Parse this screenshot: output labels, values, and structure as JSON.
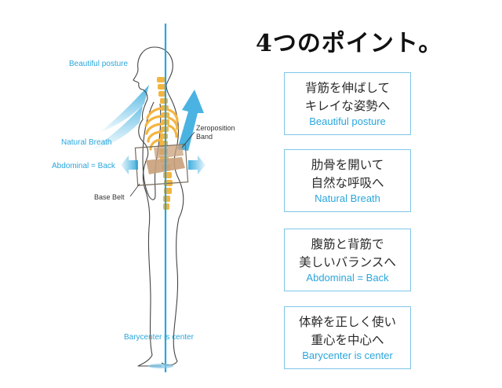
{
  "headline": "4つのポイント。",
  "figure_labels": {
    "beautiful_posture": "Beautiful posture",
    "natural_breath": "Natural Breath",
    "abdominal_back": "Abdominal = Back",
    "zeroposition_band_line1": "Zeroposition",
    "zeroposition_band_line2": "Band",
    "base_belt": "Base Belt",
    "barycenter": "Barycenter is center"
  },
  "points": [
    {
      "jp_line1": "背筋を伸ばして",
      "jp_line2": "キレイな姿勢へ",
      "en": "Beautiful posture"
    },
    {
      "jp_line1": "肋骨を開いて",
      "jp_line2": "自然な呼吸へ",
      "en": "Natural Breath"
    },
    {
      "jp_line1": "腹筋と背筋で",
      "jp_line2": "美しいバランスへ",
      "en": "Abdominal = Back"
    },
    {
      "jp_line1": "体幹を正しく使い",
      "jp_line2": "重心を中心へ",
      "en": "Barycenter is center"
    }
  ],
  "colors": {
    "accent_blue": "#2aa6dc",
    "box_border": "#7fc6e8",
    "spine_orange": "#f3b540",
    "band_tan": "#c9a07a",
    "text_dark": "#2b2b2b"
  }
}
